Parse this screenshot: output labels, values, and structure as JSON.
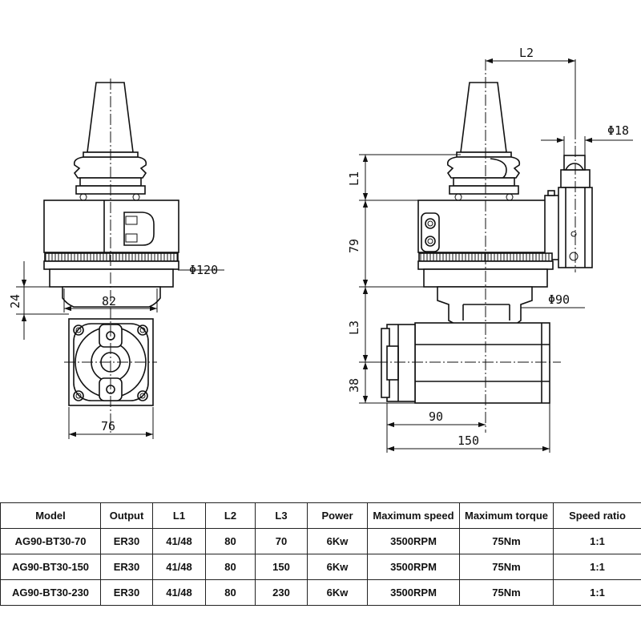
{
  "drawing": {
    "left_view": {
      "dims": {
        "diameter_flange": "Φ120",
        "width_body": "82",
        "height_neck": "24",
        "width_head": "76"
      }
    },
    "right_view": {
      "dims": {
        "L2": "L2",
        "diameter_collet": "Φ18",
        "L1": "L1",
        "height_body": "79",
        "diameter_neck": "Φ90",
        "L3": "L3",
        "height_output": "38",
        "offset_90": "90",
        "length_150": "150"
      }
    }
  },
  "table": {
    "headers": [
      "Model",
      "Output",
      "L1",
      "L2",
      "L3",
      "Power",
      "Maximum speed",
      "Maximum torque",
      "Speed ratio"
    ],
    "rows": [
      [
        "AG90-BT30-70",
        "ER30",
        "41/48",
        "80",
        "70",
        "6Kw",
        "3500RPM",
        "75Nm",
        "1:1"
      ],
      [
        "AG90-BT30-150",
        "ER30",
        "41/48",
        "80",
        "150",
        "6Kw",
        "3500RPM",
        "75Nm",
        "1:1"
      ],
      [
        "AG90-BT30-230",
        "ER30",
        "41/48",
        "80",
        "230",
        "6Kw",
        "3500RPM",
        "75Nm",
        "1:1"
      ]
    ]
  }
}
